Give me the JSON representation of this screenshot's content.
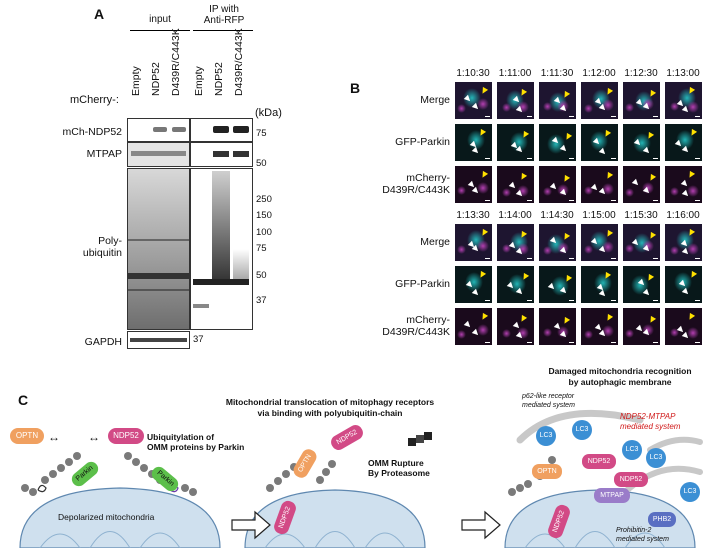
{
  "panelA": {
    "letter": "A",
    "group_input": "input",
    "group_ip_line1": "IP with",
    "group_ip_line2": "Anti-RFP",
    "row_prefix": "mCherry-:",
    "lanes": [
      "Empty",
      "NDP52",
      "D439R/C443K",
      "Empty",
      "NDP52",
      "D439R/C443K"
    ],
    "kda_label": "(kDa)",
    "blots": {
      "mch_ndp52": "mCh-NDP52",
      "mtpap": "MTPAP",
      "polyub_line1": "Poly-",
      "polyub_line2": "ubiquitin",
      "gapdh": "GAPDH"
    },
    "markers": [
      "75",
      "50",
      "250",
      "150",
      "100",
      "75",
      "50",
      "37",
      "37"
    ]
  },
  "panelB": {
    "letter": "B",
    "times_row1": [
      "1:10:30",
      "1:11:00",
      "1:11:30",
      "1:12:00",
      "1:12:30",
      "1:13:00"
    ],
    "times_row2": [
      "1:13:30",
      "1:14:00",
      "1:14:30",
      "1:15:00",
      "1:15:30",
      "1:16:00"
    ],
    "row_labels": {
      "merge": "Merge",
      "gfp": "GFP-Parkin",
      "mcherry_line1": "mCherry-",
      "mcherry_line2": "D439R/C443K"
    },
    "colors": {
      "merge_bg": "#1e1530",
      "cyan": "#25c6c6",
      "magenta": "#b23fb0",
      "yellow": "#ffe100"
    }
  },
  "panelC": {
    "letter": "C",
    "title_mid_line1": "Mitochondrial  translocation of mitophagy receptors",
    "title_mid_line2": "via binding with polyubiquitin-chain",
    "title_right_line1": "Damaged  mitochondria recognition",
    "title_right_line2": "by autophagic membrane",
    "ubiq_line1": "Ubiquitylation of",
    "ubiq_line2": "OMM proteins by Parkin",
    "omm_line1": "OMM Rupture",
    "omm_line2": "By Proteasome",
    "depol": "Depolarized  mitochondria",
    "p62_line1": "p62-like receptor",
    "p62_line2": "mediated system",
    "ndp52_mtpap_line1": "NDP52-MTPAP",
    "ndp52_mtpap_line2": "mediated  system",
    "proh_line1": "Prohibitin-2",
    "proh_line2": "mediated system",
    "proteins": {
      "optn": "OPTN",
      "ndp52": "NDP52",
      "parkin": "Parkin",
      "lc3": "LC3",
      "mtpap": "MTPAP",
      "phb2": "PHB2"
    },
    "colors": {
      "optn": "#f0a060",
      "ndp52": "#d24a86",
      "parkin": "#5cbf4a",
      "lc3": "#3b8fd4",
      "mtpap": "#9a7cc9",
      "phb2": "#5a6fc2",
      "mito": "#cfe0ee",
      "ub": "#7a7a7a"
    }
  }
}
